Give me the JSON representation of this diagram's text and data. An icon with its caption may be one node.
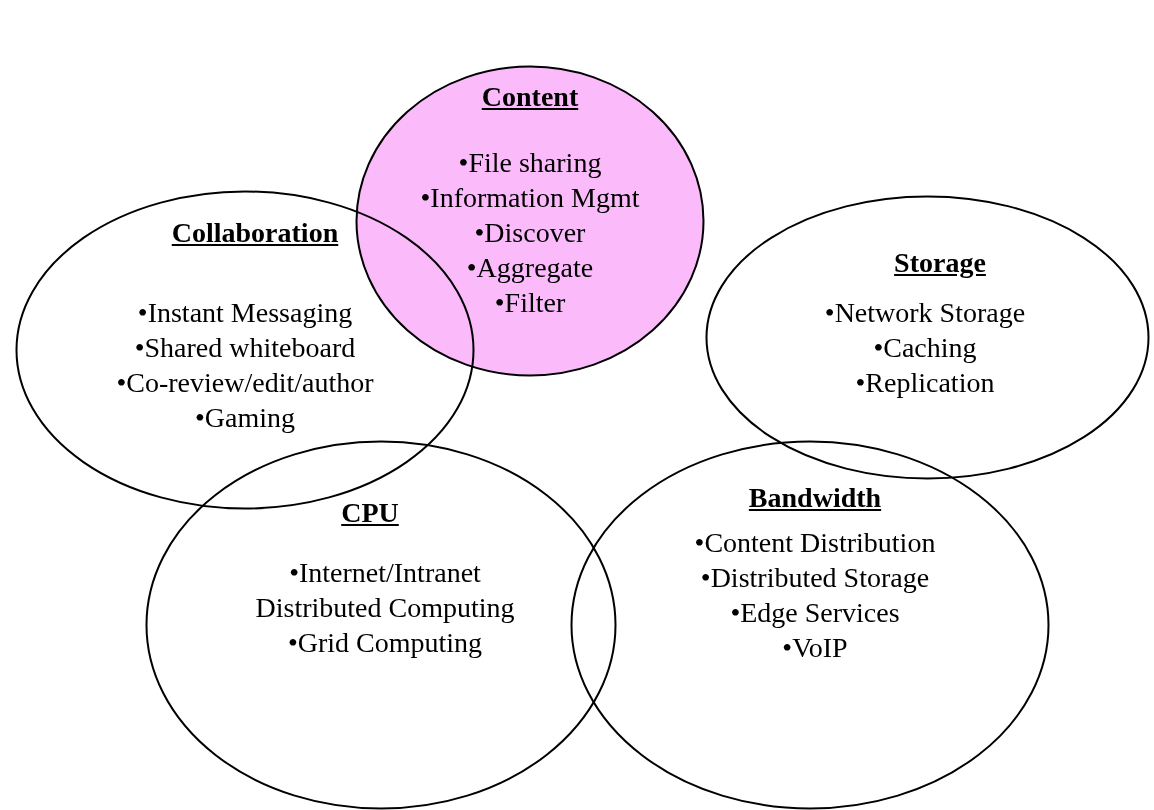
{
  "diagram": {
    "nodes": [
      {
        "text": [
          "Content",
          "•File sharing",
          "•Information Mgmt",
          "•Discover",
          "•Aggregate",
          "•Filter"
        ]
      },
      {
        "text": [
          "Collaboration",
          "•Instant Messaging",
          "•Shared whiteboard",
          "•Co-review/edit/author",
          "•Gaming"
        ]
      },
      {
        "text": [
          "Storage",
          "•Network Storage",
          "•Caching",
          "•Replication"
        ]
      },
      {
        "text": [
          "CPU",
          "•Internet/Intranet Distributed Computing",
          "•Grid Computing"
        ]
      },
      {
        "text": [
          "Bandwidth",
          "•Content Distribution",
          "•Distributed Storage",
          "•Edge Services",
          "•VoIP"
        ]
      }
    ],
    "edges": []
  }
}
